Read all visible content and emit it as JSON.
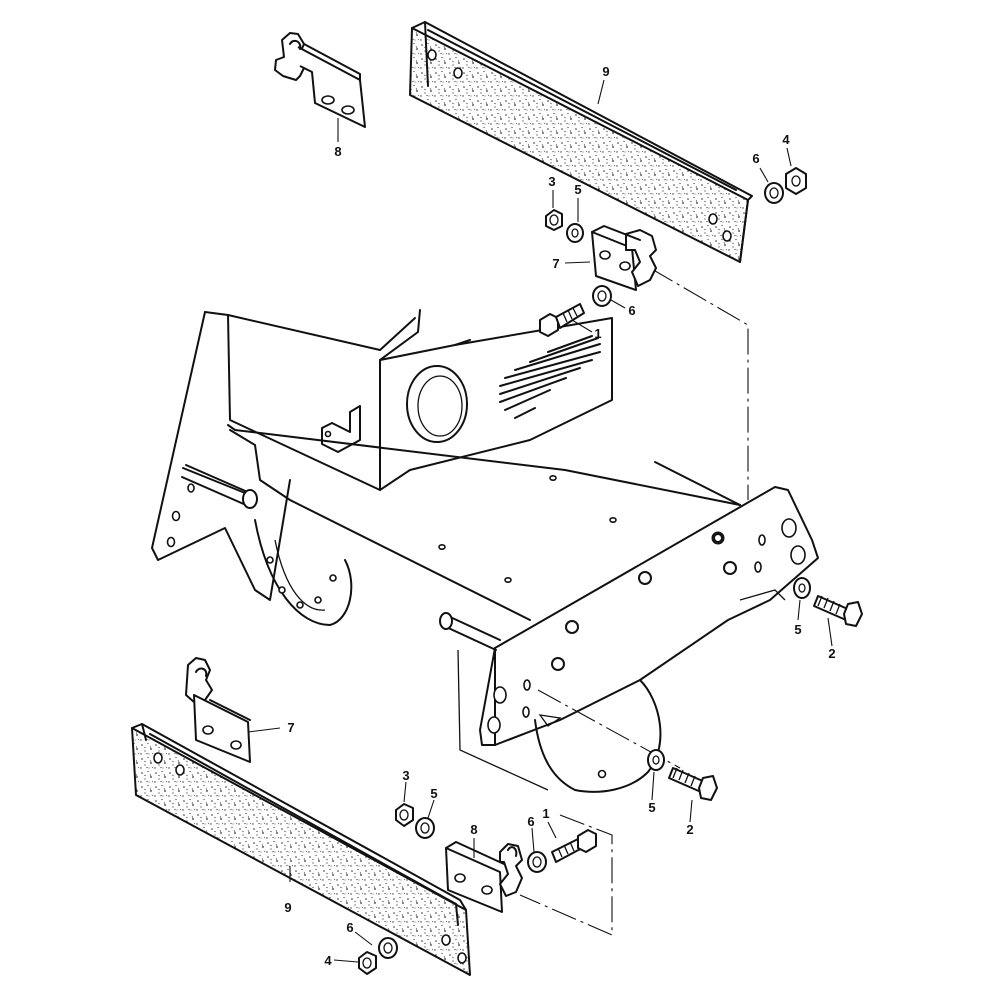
{
  "callouts": [
    {
      "id": "upper-scraper-9",
      "label": "9"
    },
    {
      "id": "upper-bracket-8",
      "label": "8"
    },
    {
      "id": "upper-nut-3",
      "label": "3"
    },
    {
      "id": "upper-washer-5",
      "label": "5"
    },
    {
      "id": "upper-washer-6-right",
      "label": "6"
    },
    {
      "id": "upper-nut-4",
      "label": "4"
    },
    {
      "id": "upper-bracket-7",
      "label": "7"
    },
    {
      "id": "upper-washer-6-mid",
      "label": "6"
    },
    {
      "id": "upper-bolt-1",
      "label": "1"
    },
    {
      "id": "right-washer-5",
      "label": "5"
    },
    {
      "id": "right-bolt-2",
      "label": "2"
    },
    {
      "id": "lower-bracket-7",
      "label": "7"
    },
    {
      "id": "lower-washer-5-right",
      "label": "5"
    },
    {
      "id": "lower-bolt-2",
      "label": "2"
    },
    {
      "id": "lower-nut-3",
      "label": "3"
    },
    {
      "id": "lower-washer-5",
      "label": "5"
    },
    {
      "id": "lower-bolt-1",
      "label": "1"
    },
    {
      "id": "lower-bracket-8",
      "label": "8"
    },
    {
      "id": "lower-washer-6-mid",
      "label": "6"
    },
    {
      "id": "lower-scraper-9",
      "label": "9"
    },
    {
      "id": "lower-washer-6",
      "label": "6"
    },
    {
      "id": "lower-nut-4",
      "label": "4"
    }
  ]
}
